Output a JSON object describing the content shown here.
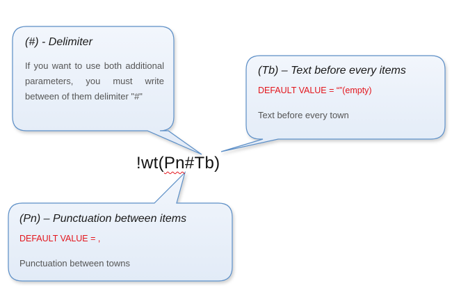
{
  "formula": {
    "prefix": "!wt(",
    "underlined": "Pn",
    "suffix": "#Tb)"
  },
  "callouts": {
    "delimiter": {
      "title": "(#) - Delimiter",
      "description": "If you want to use both additional parameters, you must write between of them delimiter \"#\""
    },
    "text_before": {
      "title": "(Tb) – Text before every items",
      "default_value": "DEFAULT VALUE = “”(empty)",
      "description": "Text before every town"
    },
    "punctuation": {
      "title": "(Pn) – Punctuation  between items",
      "default_value": "DEFAULT VALUE = ,",
      "description": "Punctuation between towns"
    }
  },
  "colors": {
    "callout_fill": "#eaf1fb",
    "callout_border": "#5b8ec6",
    "default_value_text": "#e3151c"
  }
}
